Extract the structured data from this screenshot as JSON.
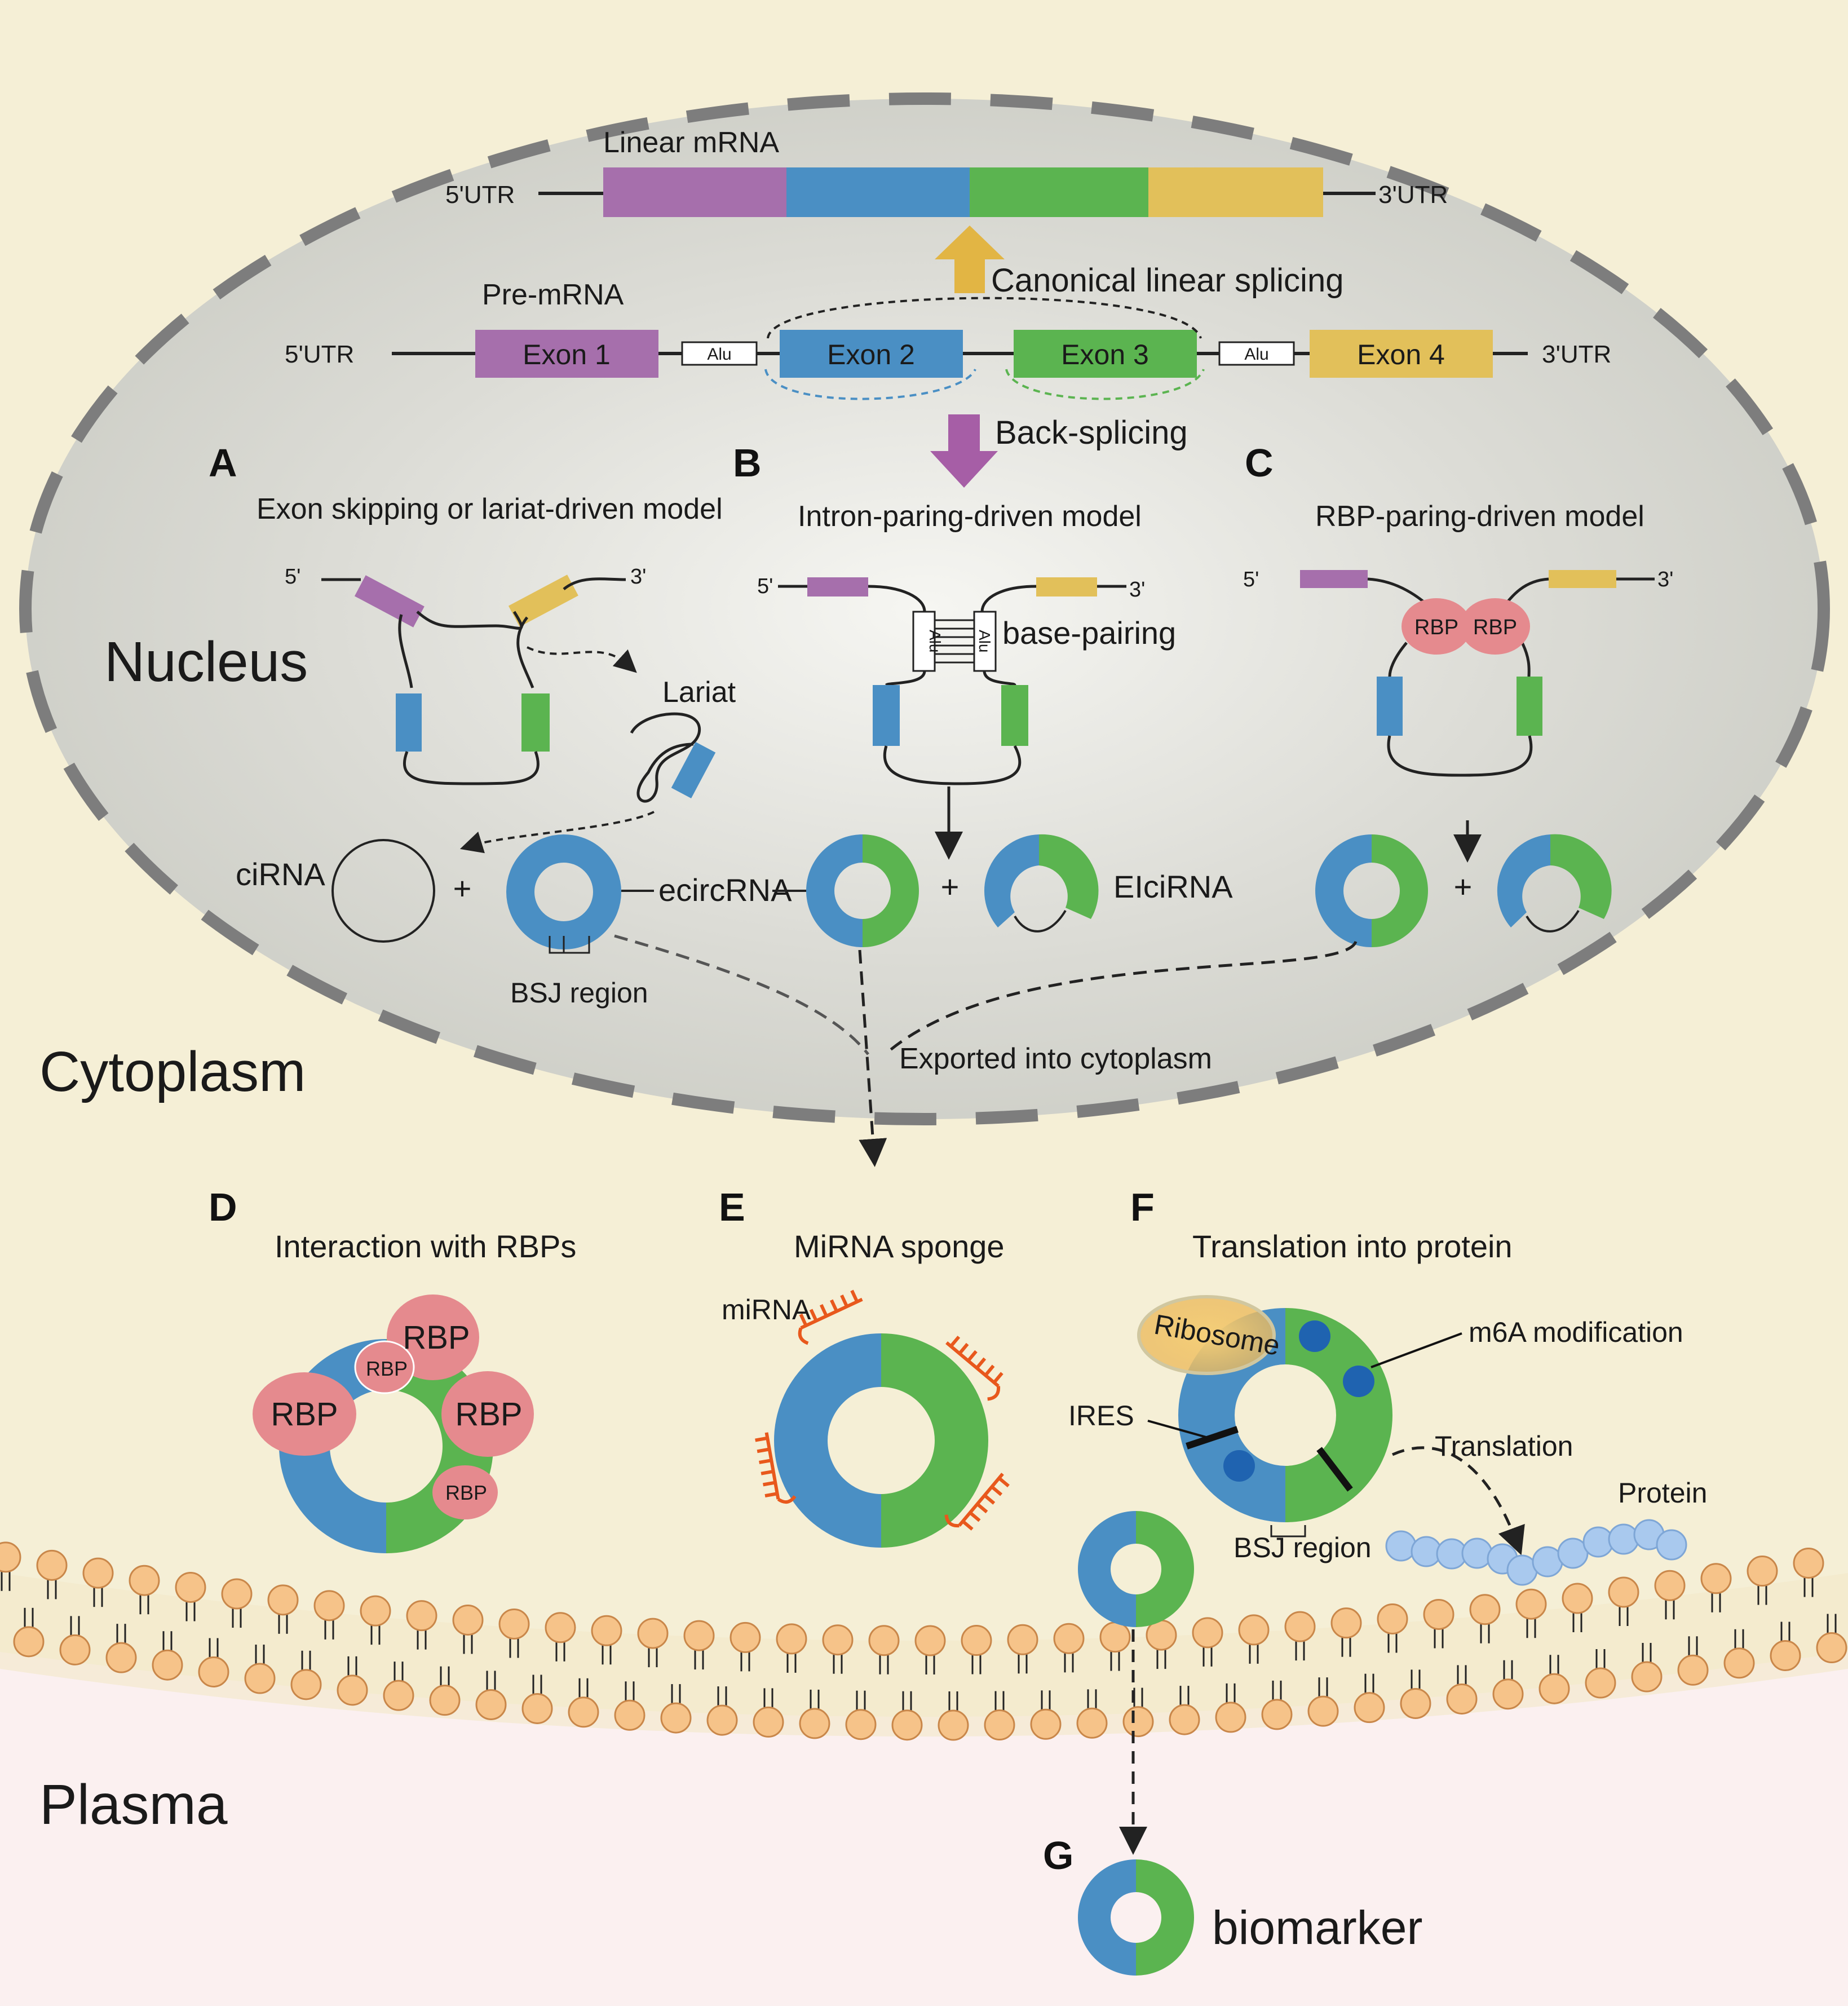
{
  "colors": {
    "background": "#f5efd6",
    "plasma": "#fbf0f0",
    "nucleus_fill": "#d2d3cb",
    "nucleus_border": "#7d7d7d",
    "purple": "#a66fac",
    "blue": "#4a8fc4",
    "green": "#5bb450",
    "yellow": "#e2c05a",
    "rbp": "#e58a8e",
    "mirna": "#e8581c",
    "protein": "#a9c9ee",
    "lipid_head": "#f6c389",
    "m6a": "#1f63b0"
  },
  "compartments": {
    "nucleus": "Nucleus",
    "cytoplasm": "Cytoplasm",
    "plasma": "Plasma"
  },
  "top": {
    "linear_mrna": "Linear mRNA",
    "utr5": "5'UTR",
    "utr3": "3'UTR",
    "canonical_splicing": "Canonical linear splicing",
    "pre_mrna": "Pre-mRNA",
    "exon1": "Exon 1",
    "exon2": "Exon 2",
    "exon3": "Exon 3",
    "exon4": "Exon 4",
    "alu": "Alu",
    "back_splicing": "Back-splicing"
  },
  "panels": {
    "a": {
      "letter": "A",
      "title": "Exon skipping or lariat-driven model",
      "lariat": "Lariat",
      "five": "5'",
      "three": "3'"
    },
    "b": {
      "letter": "B",
      "title": "Intron-paring-driven model",
      "base_pairing": "base-pairing",
      "alu": "Alu",
      "five": "5'",
      "three": "3'"
    },
    "c": {
      "letter": "C",
      "title": "RBP-paring-driven model",
      "rbp": "RBP",
      "five": "5'",
      "three": "3'"
    },
    "d": {
      "letter": "D",
      "title": "Interaction with RBPs",
      "rbp": "RBP"
    },
    "e": {
      "letter": "E",
      "title": "MiRNA sponge",
      "mirna": "miRNA"
    },
    "f": {
      "letter": "F",
      "title": "Translation into protein",
      "ribosome": "Ribosome",
      "m6a": "m6A modification",
      "ires": "IRES",
      "translation": "Translation",
      "protein": "Protein",
      "bsj": "BSJ region"
    },
    "g": {
      "letter": "G",
      "biomarker": "biomarker"
    }
  },
  "products": {
    "cirna": "ciRNA",
    "ecircrna": "ecircRNA",
    "eicirna": "EIciRNA",
    "bsj": "BSJ region",
    "plus": "+",
    "exported": "Exported into cytoplasm"
  }
}
